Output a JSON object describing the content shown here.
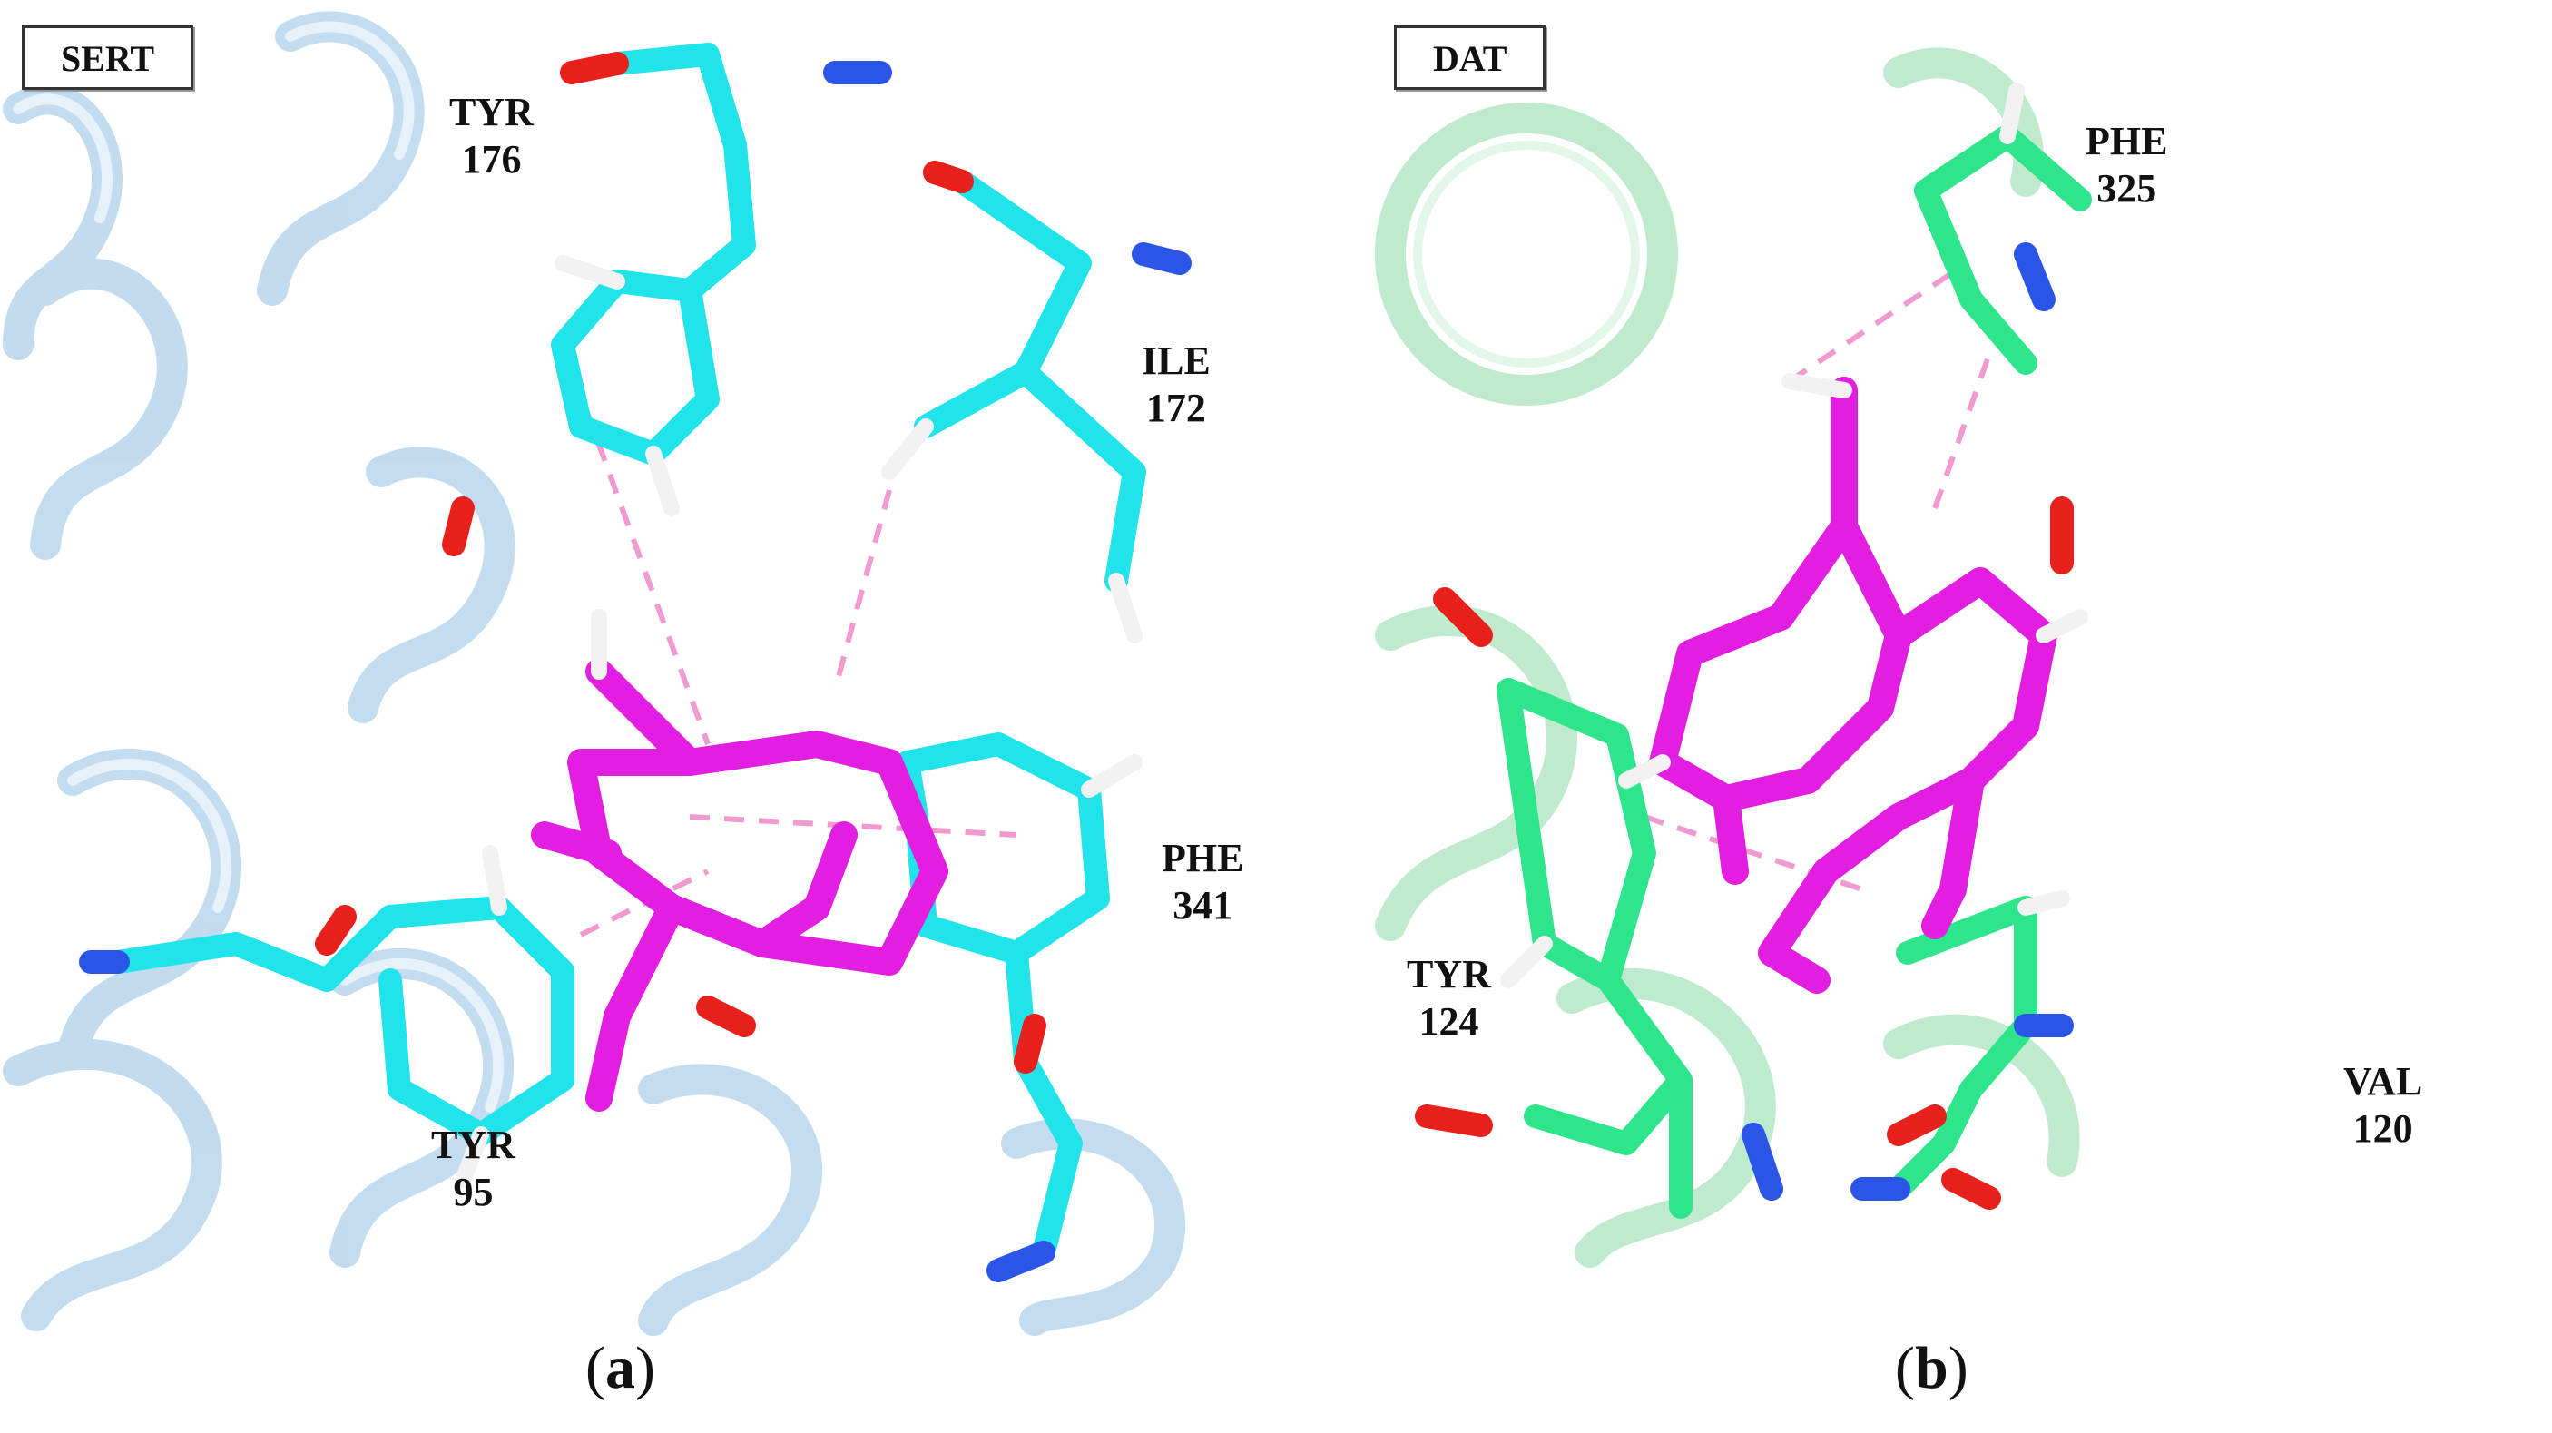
{
  "panel_a": {
    "tag": "SERT",
    "residues": [
      "TYR\n176",
      "ILE\n172",
      "PHE\n341",
      "TYR\n95"
    ],
    "caption_open": "(",
    "caption_letter": "a",
    "caption_close": ")"
  },
  "panel_b": {
    "tag": "DAT",
    "residues": [
      "PHE\n325",
      "TYR\n124",
      "VAL\n120"
    ],
    "caption_open": "(",
    "caption_letter": "b",
    "caption_close": ")"
  },
  "colors": {
    "sert_ribbon": "#cfe6f7",
    "sert_carbon": "#21e3ea",
    "dat_ribbon": "#c8f0d6",
    "dat_carbon": "#2ee58b",
    "ligand": "#e21ee0",
    "oxygen": "#e8201b",
    "nitrogen": "#2a55e6",
    "hydrogen": "#f2f2f2",
    "contact": "#f09ad0"
  }
}
